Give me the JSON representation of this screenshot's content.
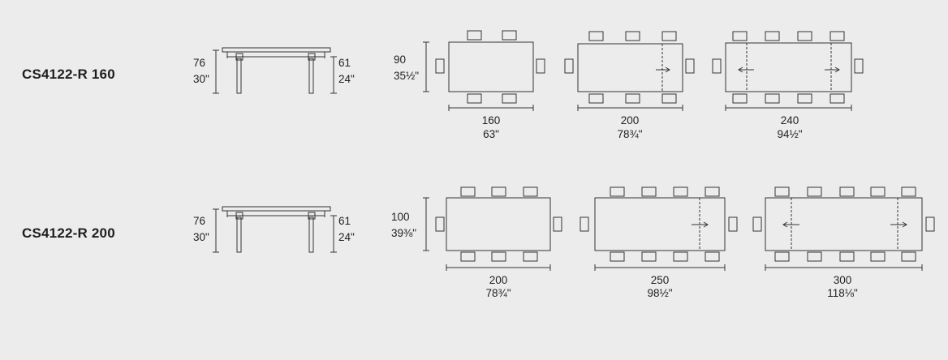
{
  "rows": [
    {
      "model": "CS4122-R 160",
      "side": {
        "height_cm": "76",
        "height_in": "30\"",
        "leg_cm": "61",
        "leg_in": "24\""
      },
      "depth": {
        "cm": "90",
        "in": "35½\""
      },
      "widths": [
        {
          "cm": "160",
          "in": "63\"",
          "extensions": 0
        },
        {
          "cm": "200",
          "in": "78¾\"",
          "extensions": 1
        },
        {
          "cm": "240",
          "in": "94½\"",
          "extensions": 2
        }
      ]
    },
    {
      "model": "CS4122-R 200",
      "side": {
        "height_cm": "76",
        "height_in": "30\"",
        "leg_cm": "61",
        "leg_in": "24\""
      },
      "depth": {
        "cm": "100",
        "in": "39⅜\""
      },
      "widths": [
        {
          "cm": "200",
          "in": "78¾\"",
          "extensions": 0
        },
        {
          "cm": "250",
          "in": "98½\"",
          "extensions": 1
        },
        {
          "cm": "300",
          "in": "118⅛\"",
          "extensions": 2
        }
      ]
    }
  ]
}
